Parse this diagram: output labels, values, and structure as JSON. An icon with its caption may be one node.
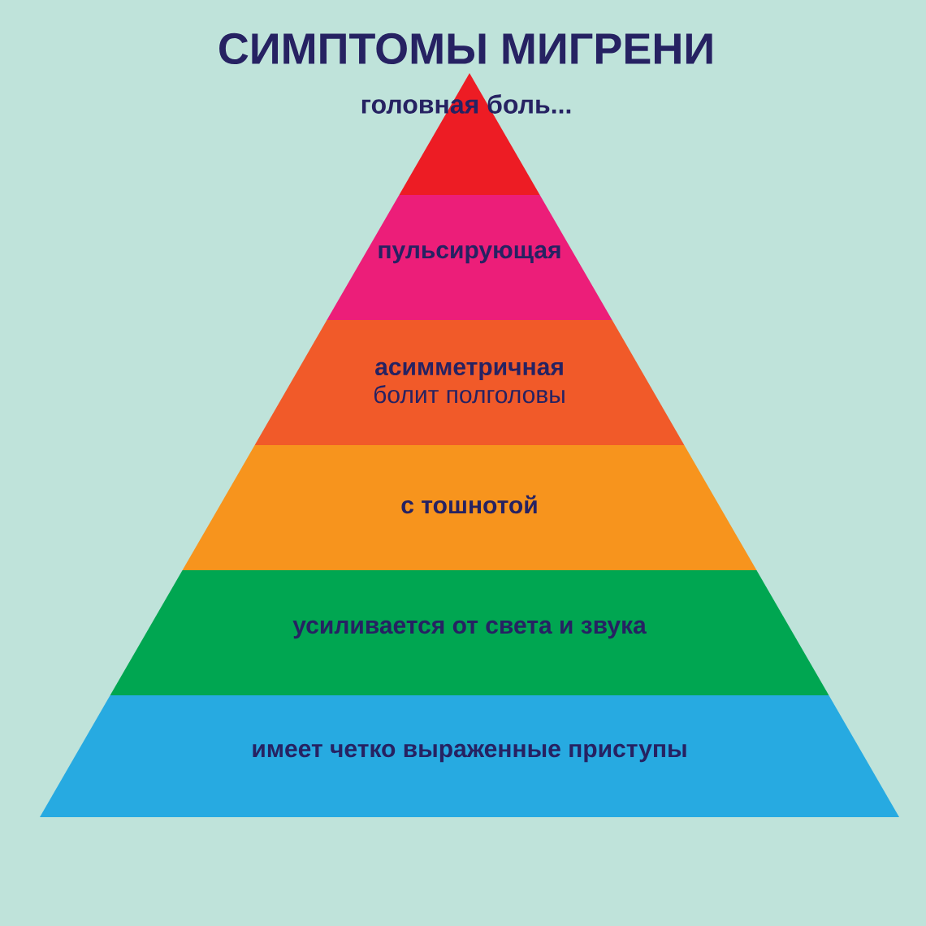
{
  "diagram": {
    "title": "СИМПТОМЫ МИГРЕНИ",
    "nodes": [
      {
        "text": [],
        "shape": "triangle"
      },
      {
        "text": [
          "пульсирующая"
        ]
      },
      {
        "text": [
          "асимметричная",
          "болит полголовы"
        ]
      },
      {
        "text": [
          "с тошнотой"
        ]
      },
      {
        "text": [
          "усиливается от света и звука"
        ]
      },
      {
        "text": [
          "имеет четко выраженные приступы"
        ]
      }
    ],
    "labels": [
      "головная  боль..."
    ]
  }
}
